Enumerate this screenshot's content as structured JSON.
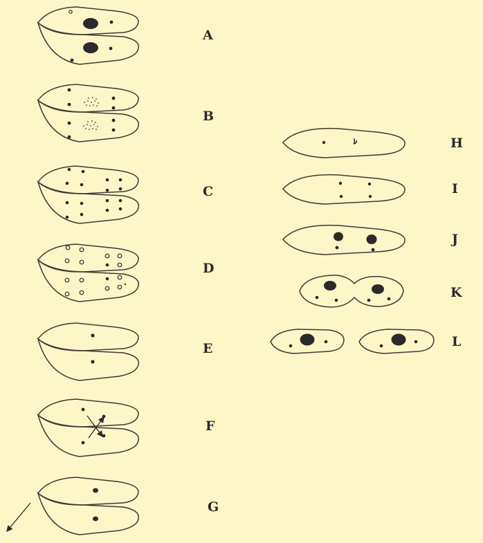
{
  "background_color": "#fdf6c6",
  "ink_color": "#2b2b2b",
  "stages": [
    {
      "id": "a",
      "label": "A"
    },
    {
      "id": "b",
      "label": "B"
    },
    {
      "id": "c",
      "label": "C"
    },
    {
      "id": "d",
      "label": "D"
    },
    {
      "id": "e",
      "label": "E"
    },
    {
      "id": "f",
      "label": "F"
    },
    {
      "id": "g",
      "label": "G"
    },
    {
      "id": "h",
      "label": "H"
    },
    {
      "id": "i",
      "label": "I"
    },
    {
      "id": "j",
      "label": "J"
    },
    {
      "id": "k",
      "label": "K"
    },
    {
      "id": "l",
      "label": "L"
    }
  ]
}
